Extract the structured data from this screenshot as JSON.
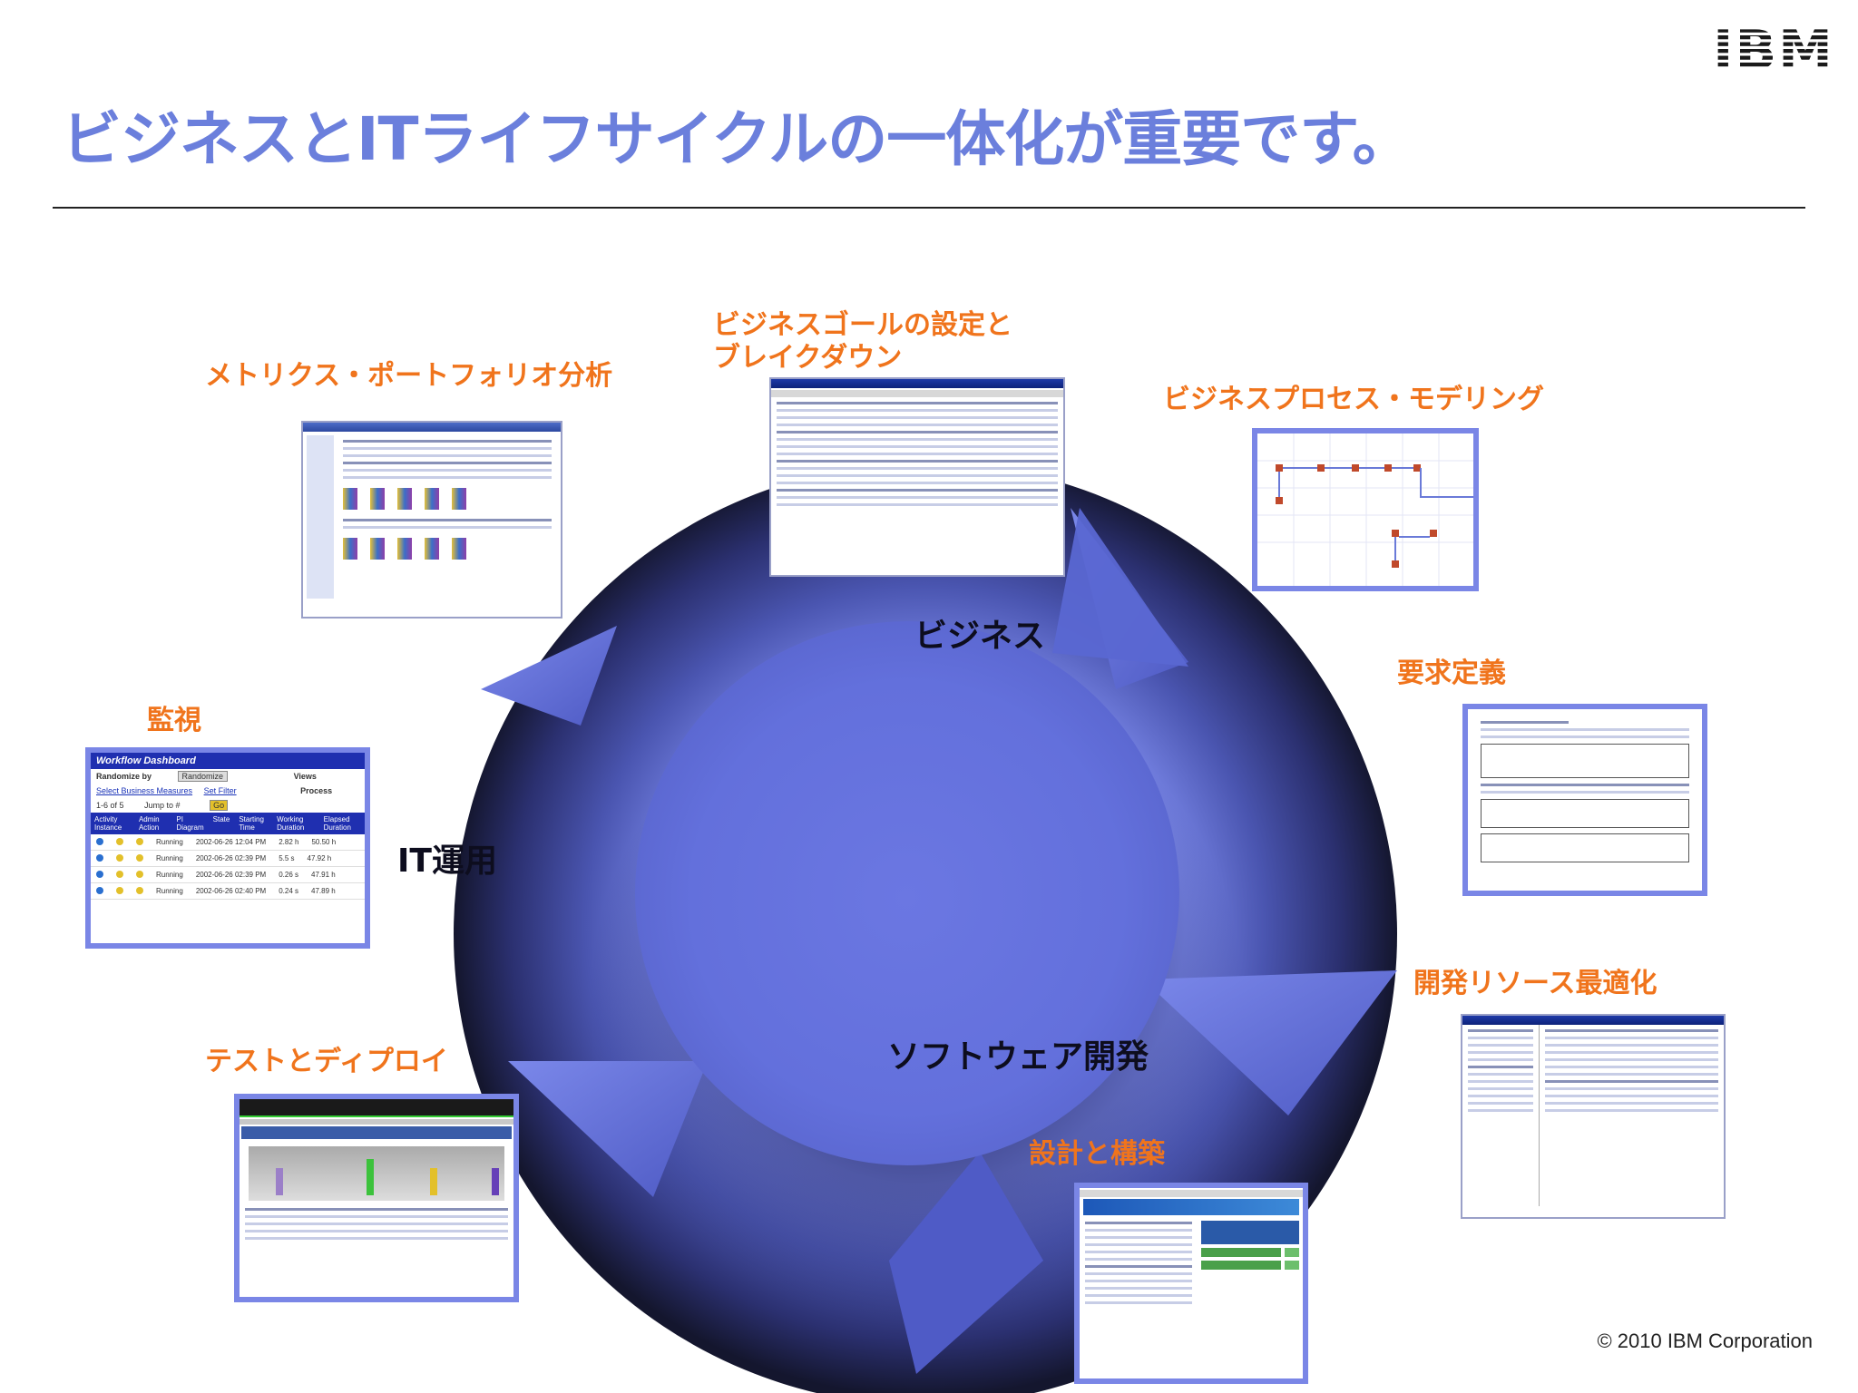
{
  "title": "ビジネスとITライフサイクルの一体化が重要です。",
  "logo_text": "IBM",
  "copyright": "© 2010 IBM Corporation",
  "cycle": {
    "business_label": "ビジネス",
    "it_ops_label": "IT運用",
    "software_label": "ソフトウェア開発"
  },
  "stages": {
    "metrics": "メトリクス・ポートフォリオ分析",
    "goal_line1": "ビジネスゴールの設定と",
    "goal_line2": "ブレイクダウン",
    "process": "ビジネスプロセス・モデリング",
    "requirements": "要求定義",
    "resources": "開発リソース最適化",
    "design": "設計と構築",
    "test": "テストとディプロイ",
    "monitoring": "監視"
  },
  "workflow_dashboard": {
    "title": "Workflow Dashboard",
    "randomize_by": "Randomize by",
    "randomize_btn": "Randomize",
    "views": "Views",
    "select_measures": "Select Business Measures",
    "set_filter": "Set Filter",
    "process": "Process",
    "paging": "1-6 of 5",
    "jump_to": "Jump to #",
    "go": "Go",
    "columns": [
      "Activity Instance",
      "Admin Action",
      "PI Diagram",
      "State",
      "Starting Time",
      "Working Duration",
      "Elapsed Duration"
    ],
    "rows": [
      [
        "Running",
        "2002-06-26 12:04 PM",
        "2.82 h",
        "50.50 h"
      ],
      [
        "Running",
        "2002-06-26 02:39 PM",
        "5.5 s",
        "47.92 h"
      ],
      [
        "Running",
        "2002-06-26 02:39 PM",
        "0.26 s",
        "47.91 h"
      ],
      [
        "Running",
        "2002-06-26 02:40 PM",
        "0.24 s",
        "47.89 h"
      ]
    ]
  },
  "colors": {
    "title": "#6b7fdc",
    "stage_label": "#f0741c",
    "screenshot_border": "#7a86e6",
    "cycle_inner": "#6a78e0",
    "cycle_outer": "#1d2142"
  }
}
